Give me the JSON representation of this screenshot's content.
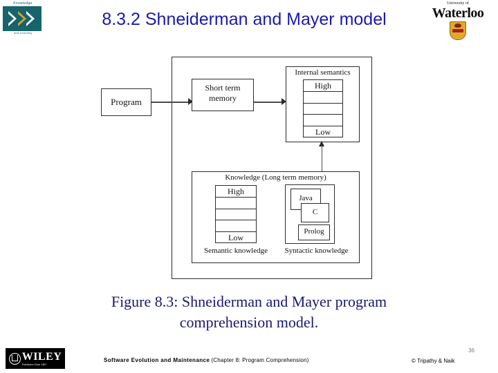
{
  "slide": {
    "title": "8.3.2 Shneiderman and Mayer model",
    "title_color": "#1a1ab0",
    "page_number": "36"
  },
  "logos": {
    "knowledge_top": "Knowledge",
    "knowledge_bottom": "and Learning",
    "waterloo_pre": "University of",
    "waterloo_name": "Waterloo",
    "wiley_name": "WILEY",
    "wiley_sub": "Publishers Since 1807"
  },
  "figure": {
    "program": "Program",
    "short_term_memory_line1": "Short term",
    "short_term_memory_line2": "memory",
    "internal_semantics_title": "Internal semantics",
    "internal_semantics_rungs": [
      "High",
      "",
      "",
      "",
      "Low"
    ],
    "knowledge_title": "Knowledge (Long term memory)",
    "semantic_rungs": [
      "High",
      "",
      "",
      "",
      "Low"
    ],
    "semantic_caption": "Semantic knowledge",
    "syntactic_caption": "Syntactic knowledge",
    "languages": [
      "Java",
      "C",
      "Prolog"
    ]
  },
  "caption": {
    "line1": "Figure 8.3: Shneiderman and Mayer program",
    "line2": "comprehension model.",
    "color": "#191970"
  },
  "footer": {
    "book": "Software Evolution and Maintenance",
    "chapter": "(Chapter 8: Program Comprehension)",
    "copyright": "© Tripathy & Naik"
  }
}
